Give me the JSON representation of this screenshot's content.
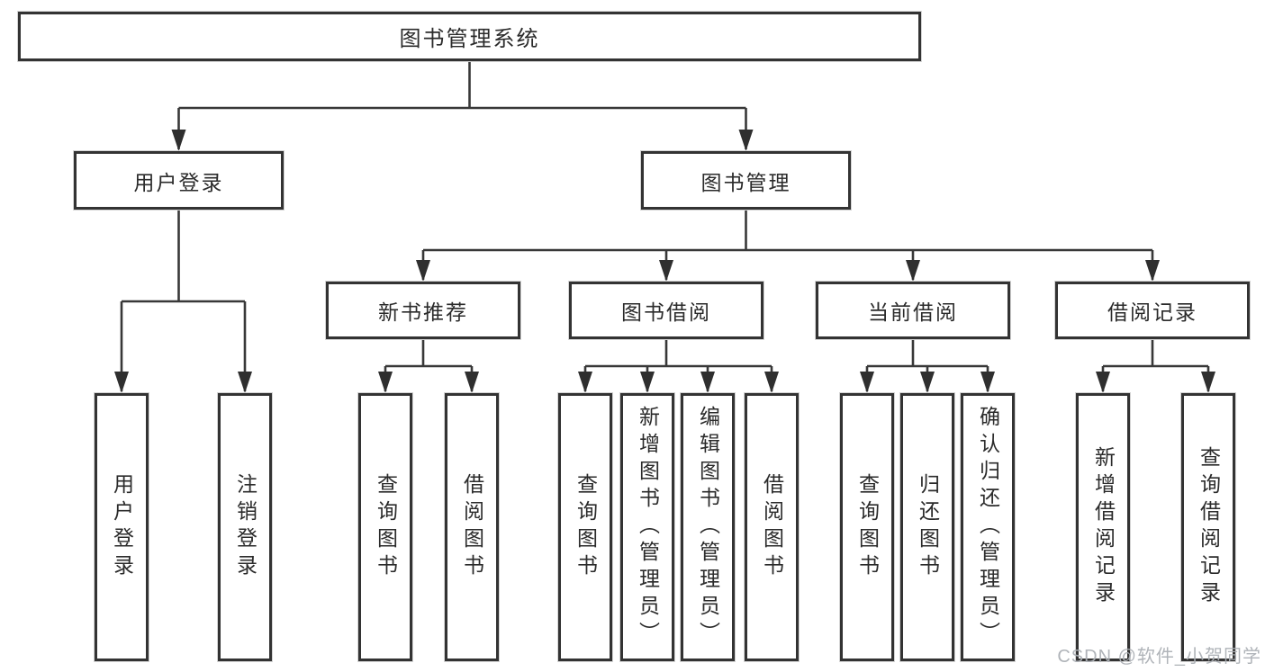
{
  "meta": {
    "diagram_type": "hierarchy-tree",
    "colors": {
      "background": "#ffffff",
      "box_border": "#333333",
      "connector_line": "#383838",
      "arrowhead": "#2f2f2f",
      "text": "#2b2b2b",
      "watermark": "#acb0b5"
    }
  },
  "nodes": {
    "root": "图书管理系统",
    "user_login": "用户登录",
    "book_mgmt": "图书管理",
    "new_book_rec": "新书推荐",
    "book_borrow": "图书借阅",
    "current_borrow": "当前借阅",
    "borrow_record": "借阅记录",
    "ul_login": "用户登录",
    "ul_logout": "注销登录",
    "nb_query": "查询图书",
    "nb_borrow": "借阅图书",
    "bb_query": "查询图书",
    "bb_add": "新增图书（管理员）",
    "bb_edit": "编辑图书（管理员）",
    "bb_borrow": "借阅图书",
    "cb_query": "查询图书",
    "cb_return": "归还图书",
    "cb_confirm": "确认归还（管理员）",
    "br_add": "新增借阅记录",
    "br_query": "查询借阅记录"
  },
  "edges": [
    [
      "root",
      "user_login"
    ],
    [
      "root",
      "book_mgmt"
    ],
    [
      "user_login",
      "ul_login"
    ],
    [
      "user_login",
      "ul_logout"
    ],
    [
      "book_mgmt",
      "new_book_rec"
    ],
    [
      "book_mgmt",
      "book_borrow"
    ],
    [
      "book_mgmt",
      "current_borrow"
    ],
    [
      "book_mgmt",
      "borrow_record"
    ],
    [
      "new_book_rec",
      "nb_query"
    ],
    [
      "new_book_rec",
      "nb_borrow"
    ],
    [
      "book_borrow",
      "bb_query"
    ],
    [
      "book_borrow",
      "bb_add"
    ],
    [
      "book_borrow",
      "bb_edit"
    ],
    [
      "book_borrow",
      "bb_borrow"
    ],
    [
      "current_borrow",
      "cb_query"
    ],
    [
      "current_borrow",
      "cb_return"
    ],
    [
      "current_borrow",
      "cb_confirm"
    ],
    [
      "borrow_record",
      "br_add"
    ],
    [
      "borrow_record",
      "br_query"
    ]
  ],
  "watermark": "CSDN @软件_小贺同学"
}
